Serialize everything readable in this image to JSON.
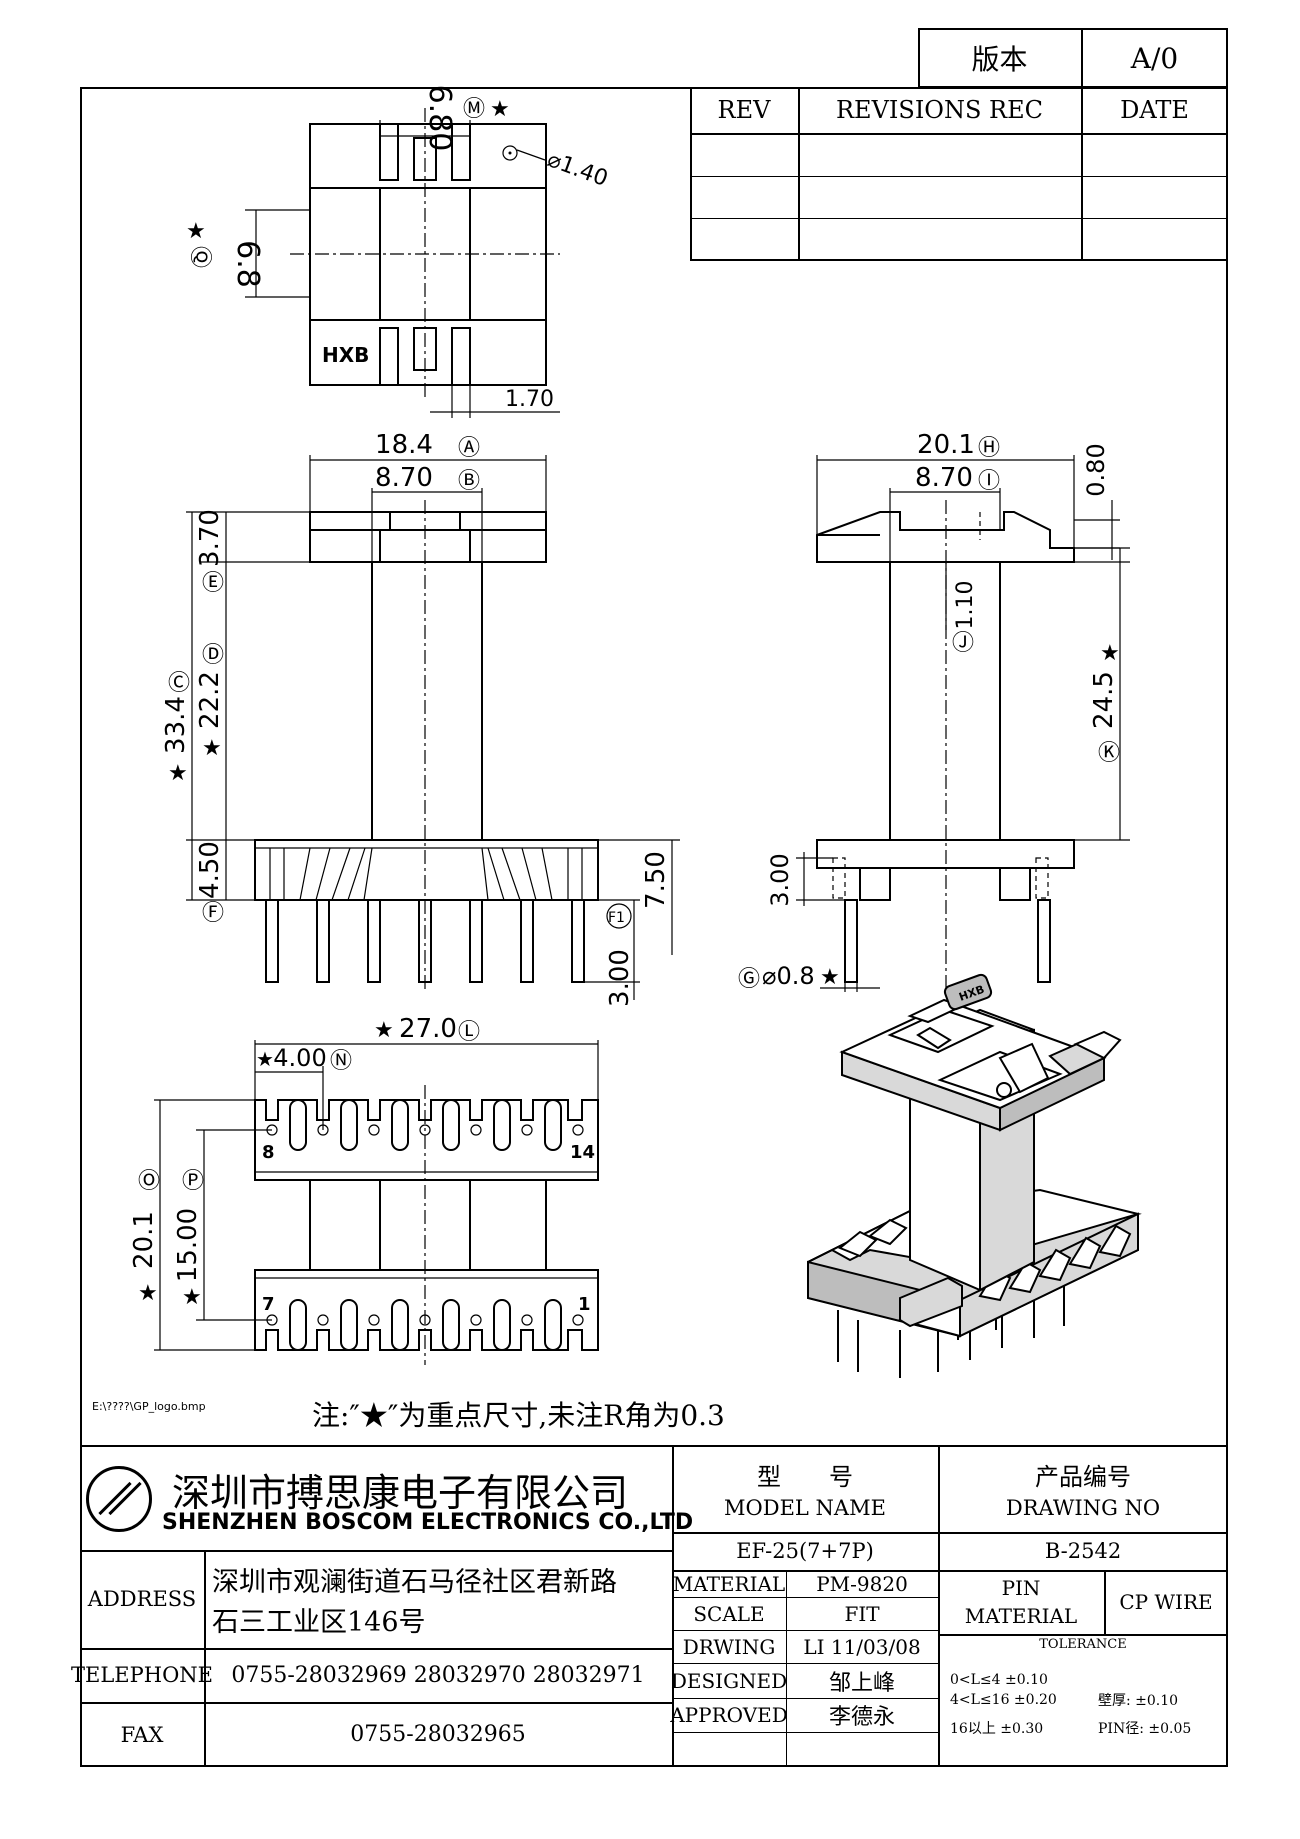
{
  "version_box": {
    "label": "版本",
    "value": "A/0"
  },
  "revision_table": {
    "headers": [
      "REV",
      "REVISIONS REC",
      "DATE"
    ]
  },
  "drawing": {
    "file_path": "E:\\????\\GP_logo.bmp",
    "marking": "HXB",
    "note": "注:″★″为重点尺寸,未注R角为0.3",
    "dims": {
      "top_w": "6.80",
      "top_h": "6.8",
      "hole": "⌀1.40",
      "slot": "1.70",
      "front_w": "18.4",
      "front_inner": "8.70",
      "side_w": "20.1",
      "side_inner": "8.70",
      "side_flange": "0.80",
      "flange_h": "3.70",
      "winding_h": "22.2",
      "total_h": "33.4",
      "base_h": "4.50",
      "pin_len": "3.00",
      "base_total": "7.50",
      "side_winding": "24.5",
      "side_pin": "3.00",
      "side_gap": "1.10",
      "pin_dia": "⌀0.8",
      "bottom_w": "27.0",
      "pitch": "4.00",
      "row_span": "20.1",
      "row_span_inner": "15.00",
      "pin_label_8": "8",
      "pin_label_14": "14",
      "pin_label_7": "7",
      "pin_label_1": "1"
    },
    "markers": {
      "M": "Ⓜ",
      "Q": "Ⓠ",
      "A": "Ⓐ",
      "B": "Ⓑ",
      "H": "Ⓗ",
      "I": "Ⓘ",
      "E": "Ⓔ",
      "D": "Ⓓ",
      "C": "Ⓒ",
      "F": "Ⓕ",
      "F1": "F1",
      "J": "Ⓙ",
      "K": "Ⓚ",
      "G": "Ⓖ",
      "L": "Ⓛ",
      "N": "Ⓝ",
      "O": "Ⓞ",
      "P": "Ⓟ",
      "star": "★"
    }
  },
  "title_block": {
    "company_cn": "深圳市搏思康电子有限公司",
    "company_en": "SHENZHEN BOSCOM ELECTRONICS CO.,LTD",
    "model_label_cn": "型　　号",
    "model_label_en": "MODEL NAME",
    "drawing_no_cn": "产品编号",
    "drawing_no_en": "DRAWING NO",
    "model_value": "EF-25(7+7P)",
    "drawing_no_value": "B-2542",
    "address_label": "ADDRESS",
    "address_line1": "深圳市观澜街道石马径社区君新路",
    "address_line2": "石三工业区146号",
    "telephone_label": "TELEPHONE",
    "telephone_value": "0755-28032969 28032970 28032971",
    "fax_label": "FAX",
    "fax_value": "0755-28032965",
    "material_label": "MATERIAL",
    "material_value": "PM-9820",
    "scale_label": "SCALE",
    "scale_value": "FIT",
    "drwing_label": "DRWING",
    "drwing_value": "LI 11/03/08",
    "designed_label": "DESIGNED",
    "designed_value": "邹上峰",
    "approved_label": "APPROVED",
    "approved_value": "李德永",
    "pin_material_label1": "PIN",
    "pin_material_label2": "MATERIAL",
    "pin_material_value": "CP WIRE",
    "tolerance_label": "TOLERANCE",
    "tol_1": "0<L≤4  ±0.10",
    "tol_2": "4<L≤16  ±0.20",
    "tol_3": "16以上  ±0.30",
    "tol_wall": "壁厚:  ±0.10",
    "tol_pin": "PIN径: ±0.05"
  }
}
